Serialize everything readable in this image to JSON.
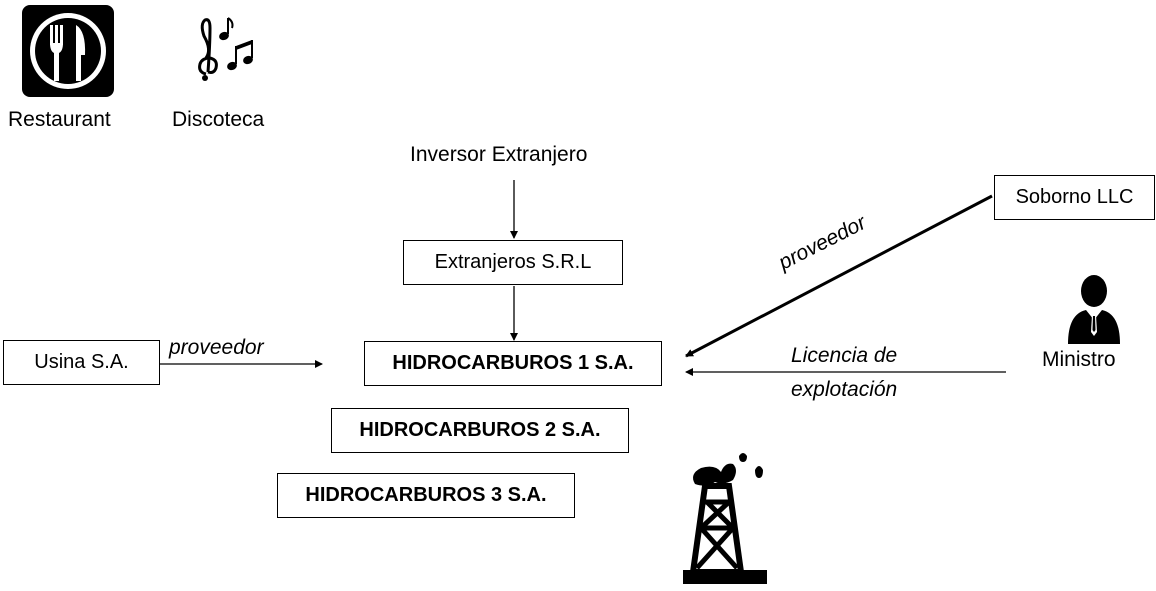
{
  "icons": {
    "restaurant": {
      "icon": "restaurant-icon",
      "label": "Restaurant"
    },
    "discoteca": {
      "icon": "music-notes-icon",
      "label": "Discoteca"
    },
    "ministro": {
      "icon": "businessman-icon",
      "label": "Ministro"
    },
    "oil_well": {
      "icon": "oil-derrick-icon"
    }
  },
  "nodes": {
    "inversor": "Inversor Extranjero",
    "extranjeros_srl": "Extranjeros S.R.L",
    "usina": "Usina S.A.",
    "hidro1": "HIDROCARBUROS 1 S.A.",
    "hidro2": "HIDROCARBUROS 2 S.A.",
    "hidro3": "HIDROCARBUROS 3 S.A.",
    "soborno": "Soborno LLC"
  },
  "edges": {
    "usina_to_hidro1": "proveedor",
    "soborno_to_hidro1": "proveedor",
    "ministro_to_hidro1_line1": "Licencia de",
    "ministro_to_hidro1_line2": "explotación"
  }
}
